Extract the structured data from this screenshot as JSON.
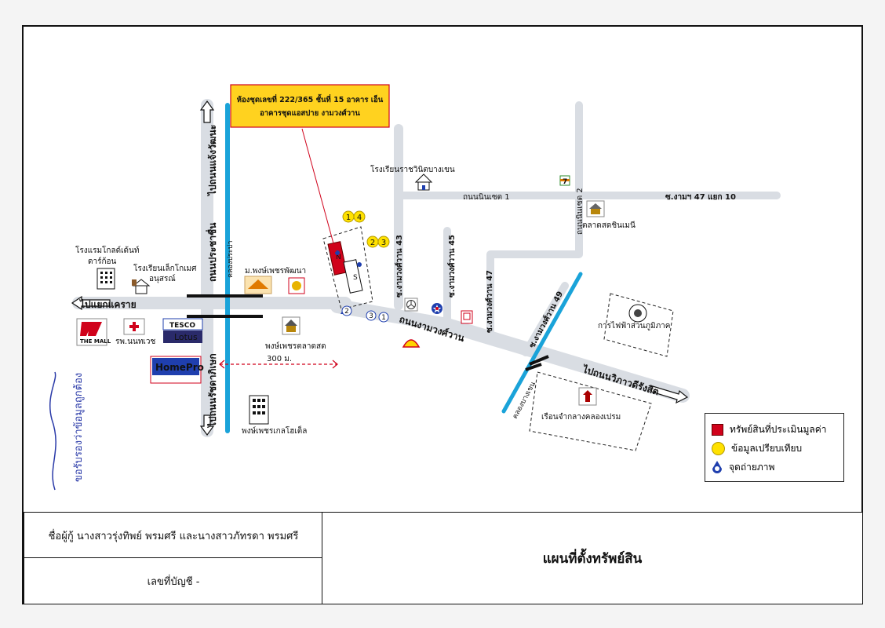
{
  "title": "แผนที่ตั้งทรัพย์สิน",
  "borrower": "ชื่อผู้กู้  นางสาวรุ่งทิพย์ พรมศรี และนางสาวภัทรดา พรมศรี",
  "account": "เลขที่บัญชี   -",
  "property_box": {
    "line1": "ห้องชุดเลขที่ 222/365 ชั้นที่ 15 อาคาร เอ็น",
    "line2": "อาคารชุดแอสปาย งามวงศ์วาน"
  },
  "legend": {
    "subject": "ทรัพย์สินที่ประเมินมูลค่า",
    "comparable": "ข้อมูลเปรียบเทียบ",
    "photo": "จุดถ่ายภาพ"
  },
  "roads": {
    "to_khae_rai": "ไปแยกแคราย",
    "ngamwongwan": "ถนนงามวงศ์วาน",
    "to_chaeng_wattana": "ไปถนนแจ้งวัฒนะ",
    "prachachuen": "ถนนประชาชื่น",
    "to_ratchadaphisek": "ไปถนนรัชดาภิเษก",
    "to_vibhavadi": "ไปถนนวิภาวดีรังสิต",
    "nin_ted_1": "ถนนนินเซต 1",
    "nin_ted_2": "ถนนนินเซต 2",
    "soi_47_10": "ซ.งามฯ 47 แยก 10",
    "soi_43": "ซ.งามวงศ์วาน 43",
    "soi_45": "ซ.งามวงศ์วาน 45",
    "soi_47": "ซ.งามวงศ์วาน 47",
    "soi_49": "ซ.งามวงศ์วาน 49",
    "canal_prapa": "คลองประปา",
    "canal_prem": "คลองบางเขน",
    "distance": "300 ม."
  },
  "places": {
    "ratchawinit": "โรงเรียนราชวินิตบางเขน",
    "seven": "7",
    "market_nin": "ตลาดสดชินเมนี",
    "electric": "การไฟฟ้าส่วนภูมิภาค",
    "prison": "เรือนจำกลางคลองเปรม",
    "hotel_line1": "โรงแรมโกลด์เด้นท์",
    "hotel_line2": "ดาร์ก้อน",
    "school_kid_line1": "โรงเรียนเล็กโกเมศ",
    "school_kid_line2": "อนุสรณ์",
    "univ": "ม.พงษ์เพชรพัฒนา",
    "the_mall": "THE MALL",
    "hospital": "รพ.นนทเวช",
    "tesco": "TESCO",
    "lotus": "Lotus",
    "homepro": "HomePro",
    "market_pong": "พงษ์เพชรตลาดสด",
    "pongphet_hotel": "พงษ์เพชรเกลโฮเต็ล"
  },
  "markers": {
    "circle_1": "1",
    "circle_2": "2",
    "circle_3": "3",
    "circle_4": "4",
    "building_n": "N",
    "building_s": "S"
  },
  "side_note": "ขอรับรองว่าข้อมูลถูกต้อง",
  "colors": {
    "road": "#d9dde3",
    "canal": "#1aa3d9",
    "subject": "#d0021b",
    "comparable": "#ffe100",
    "box": "#ffd21f",
    "photo": "#1f3fae"
  }
}
